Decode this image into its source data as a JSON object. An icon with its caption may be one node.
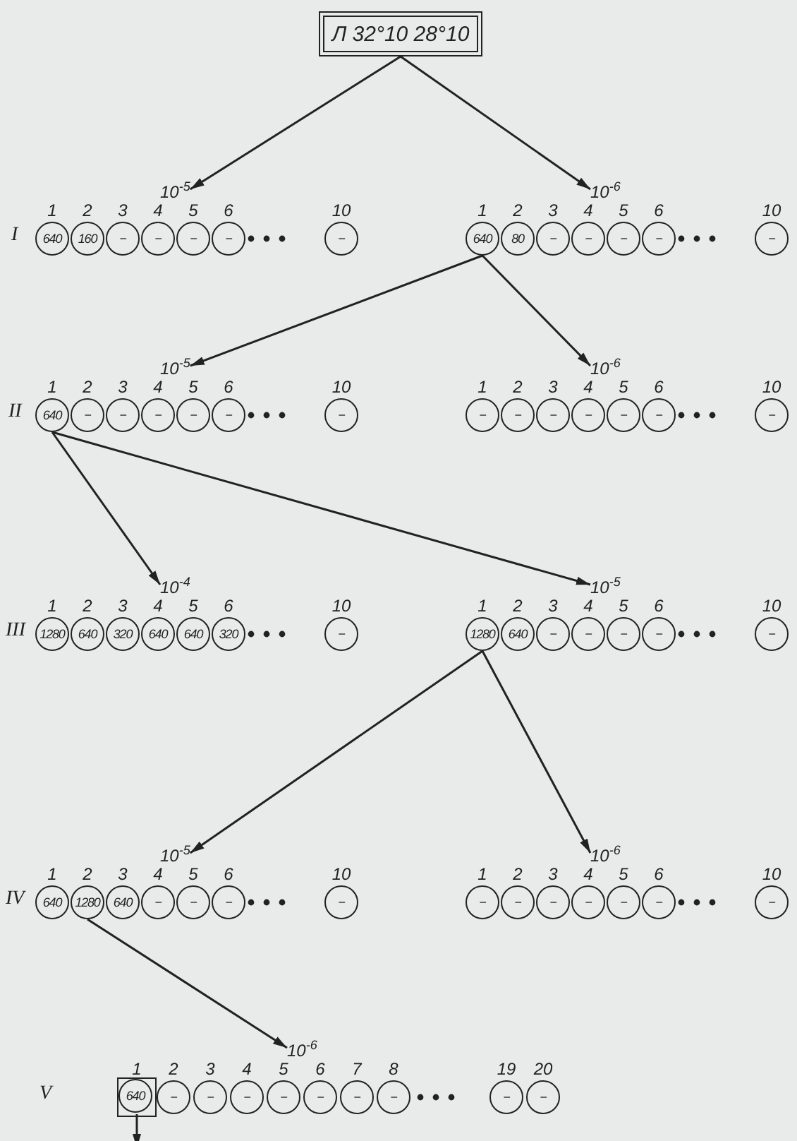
{
  "diagram": {
    "nodes": [
      {
        "text": [
          "Л 32°10 28°10"
        ]
      },
      {
        "text": [
          "10$^{-5}$"
        ]
      },
      {
        "text": [
          "1",
          "640"
        ]
      },
      {
        "text": [
          "2",
          "160"
        ]
      },
      {
        "text": [
          "3",
          "−"
        ]
      },
      {
        "text": [
          "4",
          "−"
        ]
      },
      {
        "text": [
          "5",
          "−"
        ]
      },
      {
        "text": [
          "6",
          "−"
        ]
      },
      {
        "text": [
          "10",
          "−"
        ]
      },
      {
        "text": [
          "10$^{-6}$"
        ]
      },
      {
        "text": [
          "1",
          "640"
        ]
      },
      {
        "text": [
          "2",
          "80"
        ]
      },
      {
        "text": [
          "3",
          "−"
        ]
      },
      {
        "text": [
          "4",
          "−"
        ]
      },
      {
        "text": [
          "5",
          "−"
        ]
      },
      {
        "text": [
          "6",
          "−"
        ]
      },
      {
        "text": [
          "10",
          "−"
        ]
      },
      {
        "text": [
          "10$^{-5}$"
        ]
      },
      {
        "text": [
          "1",
          "640"
        ]
      },
      {
        "text": [
          "2",
          "−"
        ]
      },
      {
        "text": [
          "3",
          "−"
        ]
      },
      {
        "text": [
          "4",
          "−"
        ]
      },
      {
        "text": [
          "5",
          "−"
        ]
      },
      {
        "text": [
          "6",
          "−"
        ]
      },
      {
        "text": [
          "10",
          "−"
        ]
      },
      {
        "text": [
          "10$^{-6}$"
        ]
      },
      {
        "text": [
          "1",
          "−"
        ]
      },
      {
        "text": [
          "2",
          "−"
        ]
      },
      {
        "text": [
          "3",
          "−"
        ]
      },
      {
        "text": [
          "4",
          "−"
        ]
      },
      {
        "text": [
          "5",
          "−"
        ]
      },
      {
        "text": [
          "6",
          "−"
        ]
      },
      {
        "text": [
          "10",
          "−"
        ]
      },
      {
        "text": [
          "10$^{-4}$"
        ]
      },
      {
        "text": [
          "1",
          "1280"
        ]
      },
      {
        "text": [
          "2",
          "640"
        ]
      },
      {
        "text": [
          "3",
          "320"
        ]
      },
      {
        "text": [
          "4",
          "640"
        ]
      },
      {
        "text": [
          "5",
          "640"
        ]
      },
      {
        "text": [
          "6",
          "320"
        ]
      },
      {
        "text": [
          "10",
          "−"
        ]
      },
      {
        "text": [
          "10$^{-5}$"
        ]
      },
      {
        "text": [
          "1",
          "1280"
        ]
      },
      {
        "text": [
          "2",
          "640"
        ]
      },
      {
        "text": [
          "3",
          "−"
        ]
      },
      {
        "text": [
          "4",
          "−"
        ]
      },
      {
        "text": [
          "5",
          "−"
        ]
      },
      {
        "text": [
          "6",
          "−"
        ]
      },
      {
        "text": [
          "10",
          "−"
        ]
      },
      {
        "text": [
          "10$^{-5}$"
        ]
      },
      {
        "text": [
          "1",
          "640"
        ]
      },
      {
        "text": [
          "2",
          "1280"
        ]
      },
      {
        "text": [
          "3",
          "640"
        ]
      },
      {
        "text": [
          "4",
          "−"
        ]
      },
      {
        "text": [
          "5",
          "−"
        ]
      },
      {
        "text": [
          "6",
          "−"
        ]
      },
      {
        "text": [
          "10",
          "−"
        ]
      },
      {
        "text": [
          "10$^{-6}$"
        ]
      },
      {
        "text": [
          "1",
          "−"
        ]
      },
      {
        "text": [
          "2",
          "−"
        ]
      },
      {
        "text": [
          "3",
          "−"
        ]
      },
      {
        "text": [
          "4",
          "−"
        ]
      },
      {
        "text": [
          "5",
          "−"
        ]
      },
      {
        "text": [
          "6",
          "−"
        ]
      },
      {
        "text": [
          "10",
          "−"
        ]
      },
      {
        "text": [
          "10$^{-6}$"
        ]
      },
      {
        "text": [
          "1",
          "640"
        ]
      },
      {
        "text": [
          "2",
          "−"
        ]
      },
      {
        "text": [
          "3",
          "−"
        ]
      },
      {
        "text": [
          "4",
          "−"
        ]
      },
      {
        "text": [
          "5",
          "−"
        ]
      },
      {
        "text": [
          "6",
          "−"
        ]
      },
      {
        "text": [
          "7",
          "−"
        ]
      },
      {
        "text": [
          "8",
          "−"
        ]
      },
      {
        "text": [
          "19",
          "−"
        ]
      },
      {
        "text": [
          "20",
          "−"
        ]
      }
    ],
    "edges": [
      {
        "from": 0,
        "to": 1,
        "arrow": "to"
      },
      {
        "from": 0,
        "to": 9,
        "arrow": "to"
      },
      {
        "from": 10,
        "to": 17,
        "arrow": "to"
      },
      {
        "from": 10,
        "to": 25,
        "arrow": "to"
      },
      {
        "from": 18,
        "to": 33,
        "arrow": "to"
      },
      {
        "from": 18,
        "to": 41,
        "arrow": "to"
      },
      {
        "from": 42,
        "to": 49,
        "arrow": "to"
      },
      {
        "from": 42,
        "to": 57,
        "arrow": "to"
      },
      {
        "from": 51,
        "to": 65,
        "arrow": "to"
      },
      {
        "from": 66,
        "to": null,
        "arrow": "to"
      }
    ],
    "labels": [
      "I",
      "II",
      "III",
      "IV",
      "V"
    ]
  }
}
